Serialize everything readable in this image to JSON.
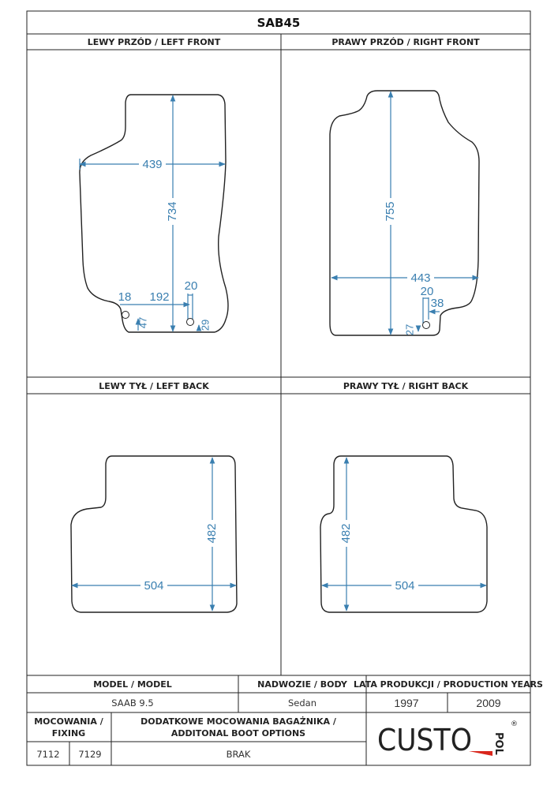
{
  "title": "SAB45",
  "sections": {
    "left_front": {
      "label": "LEWY PRZÓD / LEFT FRONT",
      "dims": {
        "length": "734",
        "width": "439",
        "d18": "18",
        "d192": "192",
        "d20": "20",
        "d47": "47",
        "d29": "29"
      }
    },
    "right_front": {
      "label": "PRAWY PRZÓD / RIGHT FRONT",
      "dims": {
        "length": "755",
        "width": "443",
        "d20": "20",
        "d38": "38",
        "d27": "27"
      }
    },
    "left_back": {
      "label": "LEWY TYŁ / LEFT BACK",
      "dims": {
        "length": "482",
        "width": "504"
      }
    },
    "right_back": {
      "label": "PRAWY TYŁ / RIGHT BACK",
      "dims": {
        "length": "482",
        "width": "504"
      }
    }
  },
  "table": {
    "model_header": "MODEL / MODEL",
    "body_header": "NADWOZIE / BODY",
    "years_header": "LATA PRODUKCJI / PRODUCTION YEARS",
    "model": "SAAB 9.5",
    "body": "Sedan",
    "year_from": "1997",
    "year_to": "2009",
    "fixing_header_1": "MOCOWANIA /",
    "fixing_header_2": "FIXING",
    "boot_header_1": "DODATKOWE MOCOWANIA BAGAŻNIKA /",
    "boot_header_2": "ADDITONAL BOOT OPTIONS",
    "fixing_1": "7112",
    "fixing_2": "7129",
    "boot": "BRAK"
  },
  "logo": {
    "text": "CUSTO",
    "suffix": "POL",
    "mark": "®",
    "color": "#d9261c"
  }
}
